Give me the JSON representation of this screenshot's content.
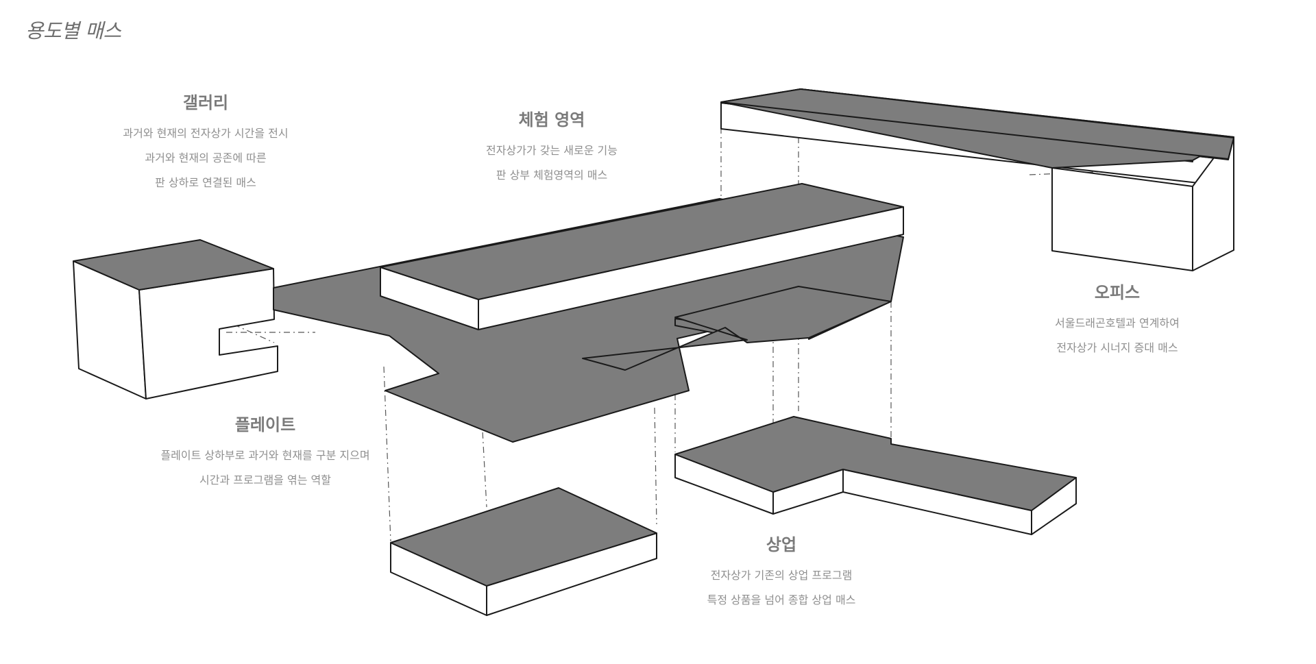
{
  "page": {
    "title": "용도별 매스"
  },
  "labels": {
    "gallery": {
      "heading": "갤러리",
      "lines": [
        "과거와 현재의 전자상가 시간을 전시",
        "과거와 현재의 공존에 따른",
        "판 상하로 연결된 매스"
      ]
    },
    "experience": {
      "heading": "체험 영역",
      "lines": [
        "전자상가가 갖는 새로운 기능",
        "판 상부 체험영역의 매스"
      ]
    },
    "office": {
      "heading": "오피스",
      "lines": [
        "서울드래곤호텔과 연계하여",
        "전자상가 시너지 증대 매스"
      ]
    },
    "plate": {
      "heading": "플레이트",
      "lines": [
        "플레이트 상하부로 과거와 현재를 구분 지으며",
        "시간과 프로그램을 엮는 역할"
      ]
    },
    "commercial": {
      "heading": "상업",
      "lines": [
        "전자상가 기존의 상업 프로그램",
        "특정 상품을 넘어 종합 상업 매스"
      ]
    }
  },
  "colors": {
    "top_face": "#7d7d7d",
    "side_face": "#ffffff",
    "edge": "#1a1a1a",
    "text": "#8f8f8f"
  }
}
